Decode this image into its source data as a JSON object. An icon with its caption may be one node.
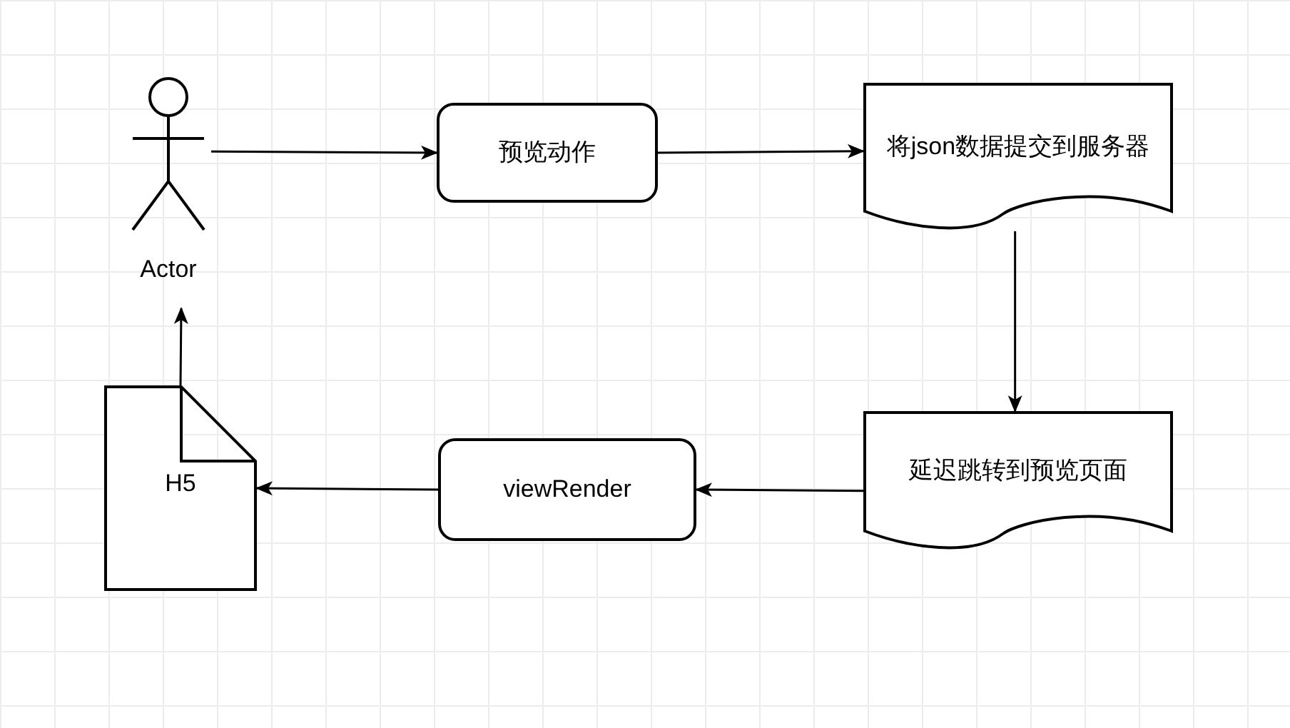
{
  "diagram": {
    "nodes": [
      {
        "text": [
          "Actor"
        ]
      },
      {
        "text": [
          "预览动作"
        ]
      },
      {
        "text": [
          "将json数据提交到服务器"
        ]
      },
      {
        "text": [
          "延迟跳转到预览页面"
        ]
      },
      {
        "text": [
          "viewRender"
        ]
      },
      {
        "text": [
          "H5"
        ]
      }
    ],
    "edges": [
      {
        "from": 0,
        "to": 1,
        "arrow": "to"
      },
      {
        "from": 1,
        "to": 2,
        "arrow": "to"
      },
      {
        "from": 2,
        "to": 3,
        "arrow": "to"
      },
      {
        "from": 3,
        "to": 4,
        "arrow": "to"
      },
      {
        "from": 4,
        "to": 5,
        "arrow": "to"
      },
      {
        "from": 5,
        "to": 0,
        "arrow": "to"
      }
    ]
  }
}
